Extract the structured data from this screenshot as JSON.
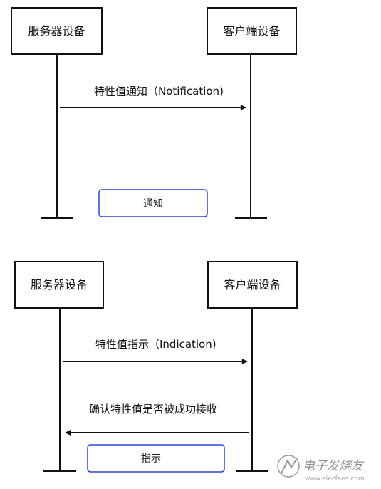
{
  "colors": {
    "line": "#111111",
    "label_border": "#2b46d6",
    "watermark": "#8a8a8a"
  },
  "panels": [
    {
      "server_label": "服务器设备",
      "client_label": "客户端设备",
      "messages": [
        {
          "text": "特性值通知（Notification)",
          "direction": "server-to-client"
        }
      ],
      "caption": "通知"
    },
    {
      "server_label": "服务器设备",
      "client_label": "客户端设备",
      "messages": [
        {
          "text": "特性值指示（Indication)",
          "direction": "server-to-client"
        },
        {
          "text": "确认特性值是否被成功接收",
          "direction": "client-to-server"
        }
      ],
      "caption": "指示"
    }
  ],
  "watermark": {
    "text": "电子发烧友",
    "url_text": "www.elecfans.com",
    "icon": "elecfans-logo-icon"
  }
}
